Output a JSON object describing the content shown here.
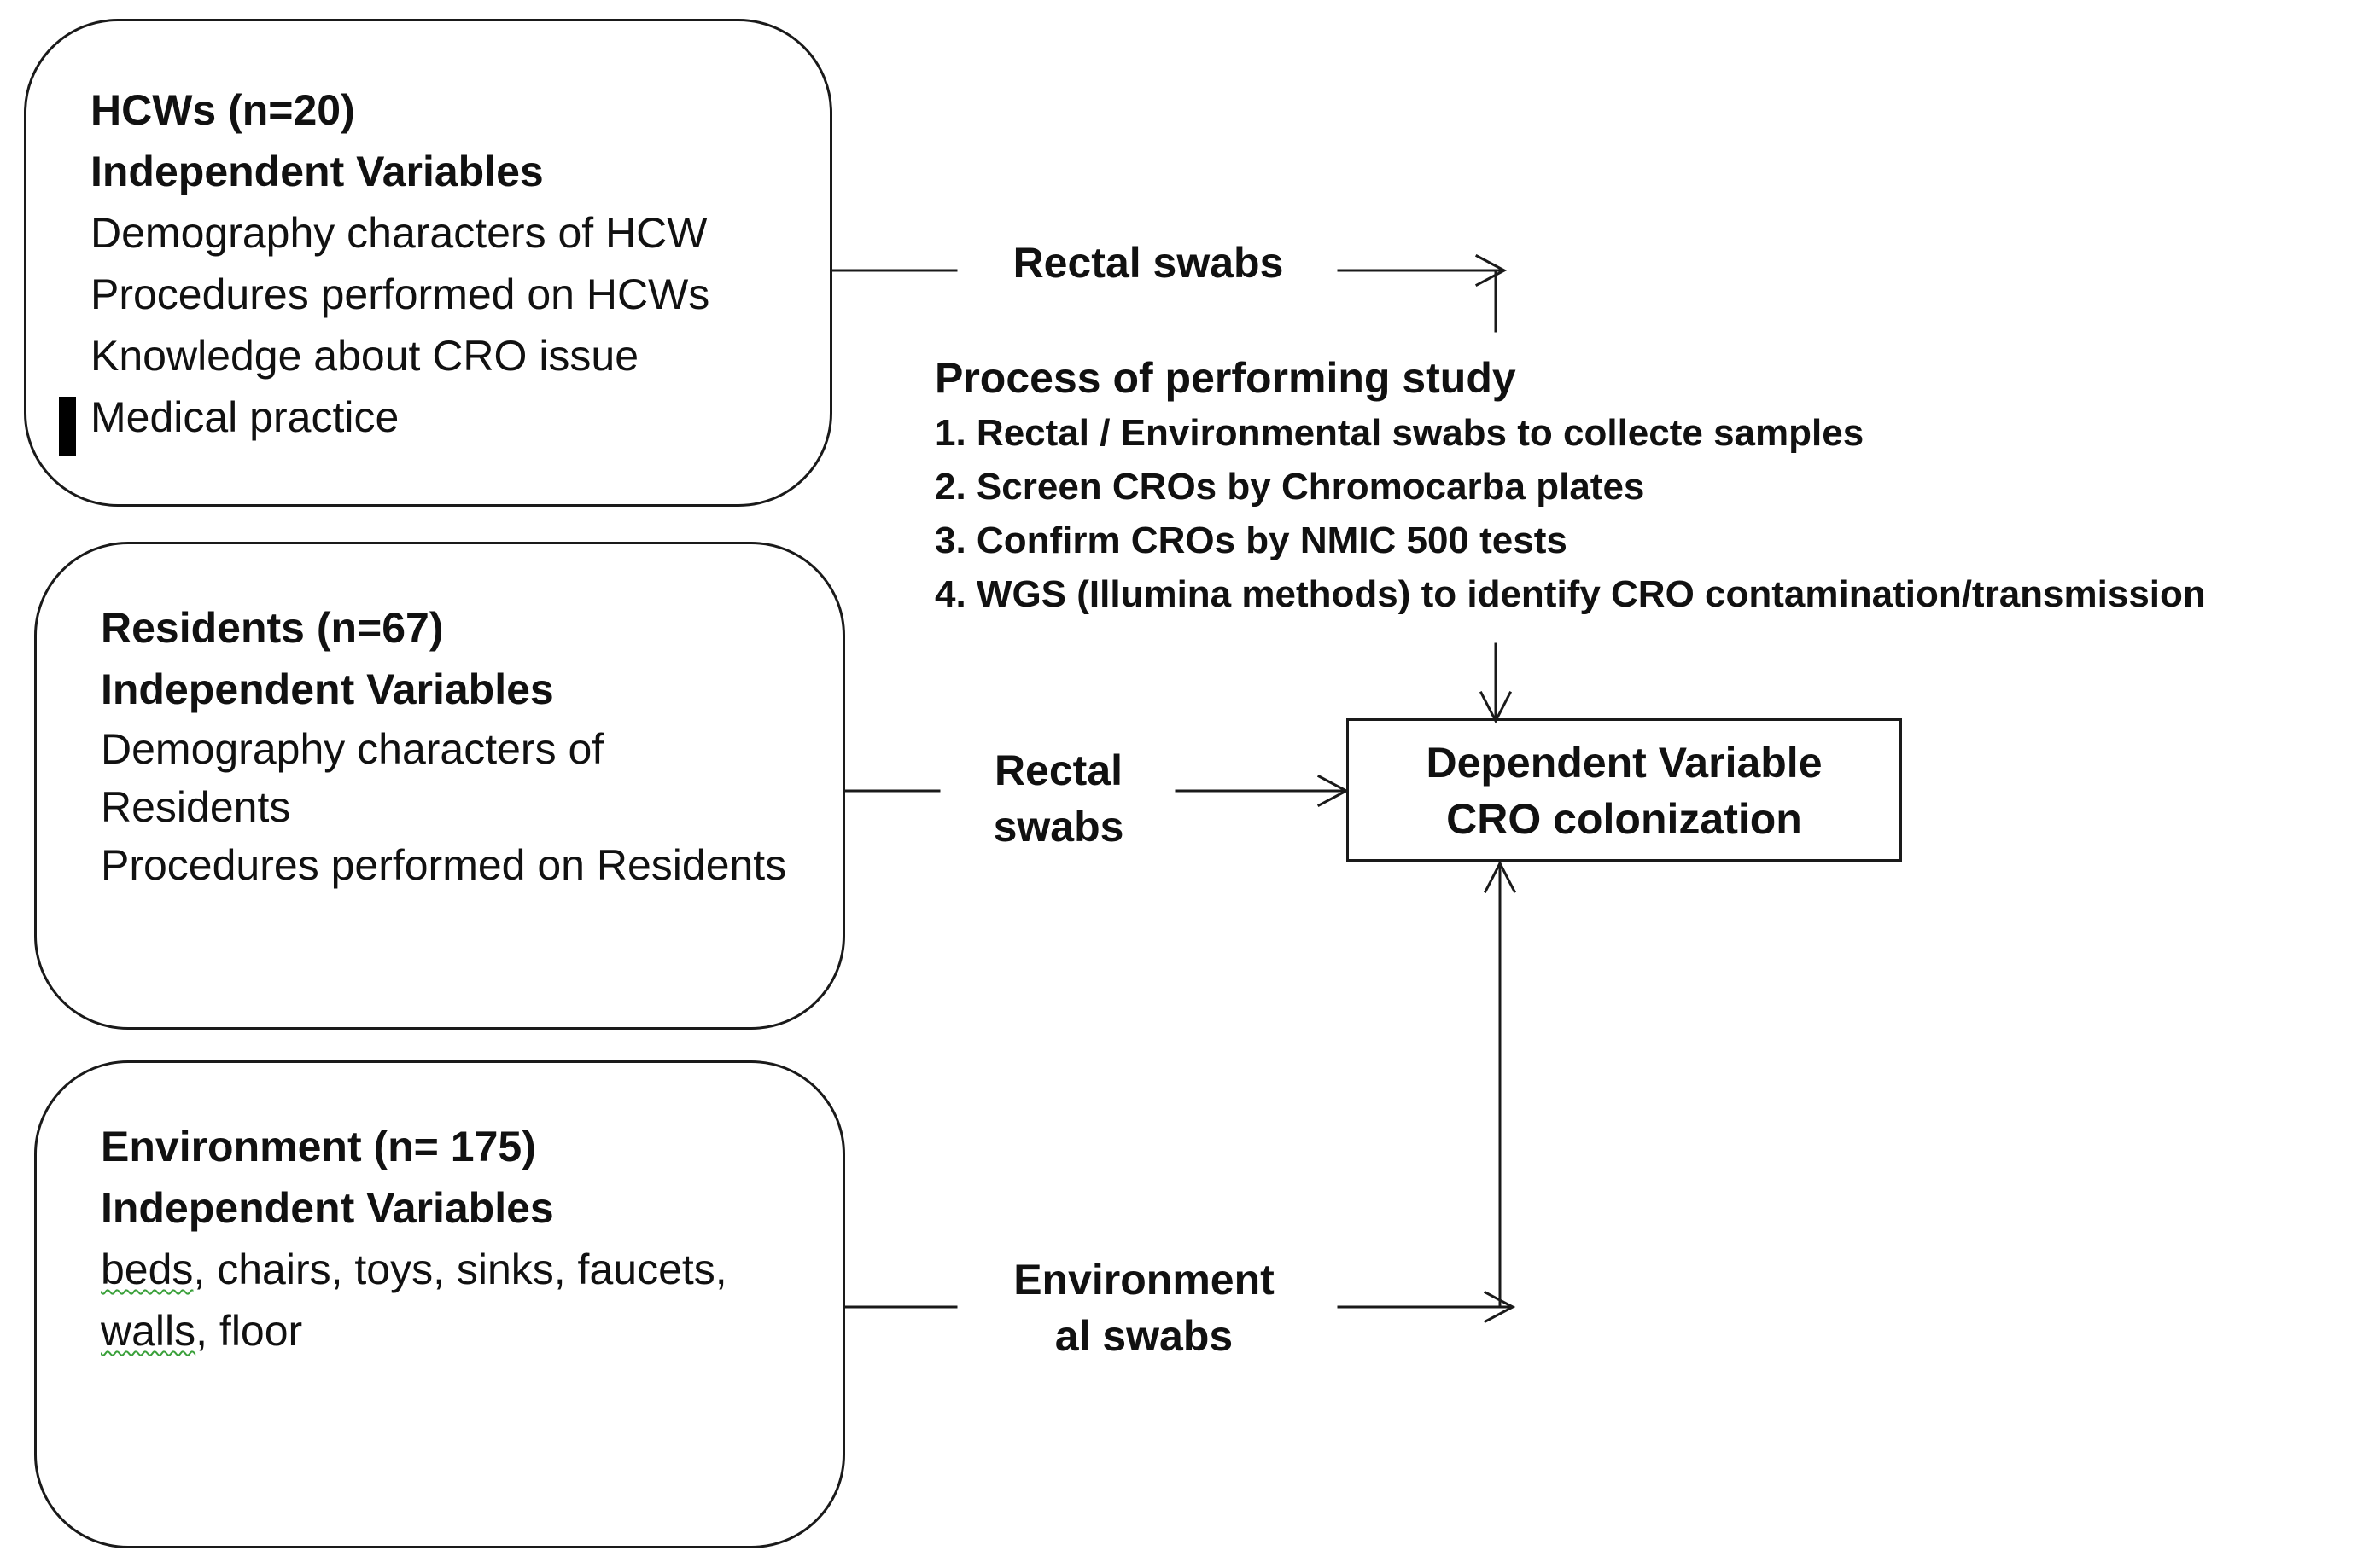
{
  "hcws_box": {
    "title": "HCWs (n=20)",
    "subtitle": "Independent Variables",
    "items": [
      "Demography characters of HCW",
      "Procedures performed on HCWs",
      "Knowledge about CRO issue",
      "Medical practice"
    ]
  },
  "residents_box": {
    "title": "Residents (n=67)",
    "subtitle": "Independent Variables",
    "items": [
      "Demography characters of Residents",
      "Procedures performed on Residents"
    ]
  },
  "environment_box": {
    "title": "Environment (n= 175)",
    "subtitle": "Independent Variables",
    "items_line1_word": "beds",
    "items_line1_rest": ", chairs, toys,  sinks, faucets,",
    "items_line2_word": "walls",
    "items_line2_rest": ", floor"
  },
  "labels": {
    "rectal_swabs_top": "Rectal swabs",
    "rectal_swabs_mid_line1": "Rectal",
    "rectal_swabs_mid_line2": "swabs",
    "env_swabs_line1": "Environment",
    "env_swabs_line2": "al swabs"
  },
  "process": {
    "title": "Process of performing study",
    "steps": [
      "1. Rectal / Environmental swabs to collecte samples",
      "2. Screen CROs by Chromocarba plates",
      "3. Confirm CROs by NMIC 500 tests",
      "4. WGS (Illumina methods) to identify CRO contamination/transmission"
    ]
  },
  "dependent": {
    "line1": "Dependent Variable",
    "line2": "CRO colonization"
  }
}
